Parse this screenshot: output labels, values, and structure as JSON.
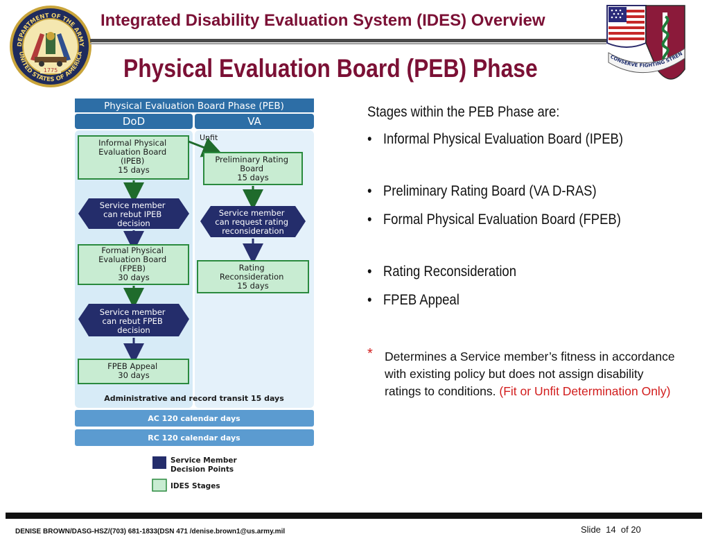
{
  "header": {
    "title": "Integrated Disability Evaluation System (IDES) Overview",
    "slide_title": "Physical Evaluation Board (PEB) Phase"
  },
  "logos": {
    "left": {
      "name": "department-of-the-army-seal",
      "text_top": "DEPARTMENT OF THE ARMY",
      "text_bottom": "UNITED STATES OF AMERICA",
      "year": "1775"
    },
    "right": {
      "name": "army-medical-crest",
      "motto": "TO CONSERVE FIGHTING STRENGTH"
    }
  },
  "diagram": {
    "title": "Physical Evaluation Board Phase (PEB)",
    "columns": [
      "DoD",
      "VA"
    ],
    "unfit_label": "Unfit",
    "dod_stages": [
      {
        "lines": [
          "Informal Physical",
          "Evaluation Board",
          "(IPEB)",
          "15 days"
        ],
        "kind": "stage"
      },
      {
        "lines": [
          "Service member",
          "can rebut IPEB",
          "decision"
        ],
        "kind": "decision"
      },
      {
        "lines": [
          "Formal Physical",
          "Evaluation Board",
          "(FPEB)",
          "30 days"
        ],
        "kind": "stage"
      },
      {
        "lines": [
          "Service member",
          "can rebut FPEB",
          "decision"
        ],
        "kind": "decision"
      },
      {
        "lines": [
          "FPEB Appeal",
          "30 days"
        ],
        "kind": "stage"
      }
    ],
    "va_stages": [
      {
        "lines": [
          "Preliminary Rating",
          "Board",
          "15 days"
        ],
        "kind": "stage"
      },
      {
        "lines": [
          "Service member",
          "can request rating",
          "reconsideration"
        ],
        "kind": "decision"
      },
      {
        "lines": [
          "Rating",
          "Reconsideration",
          "15 days"
        ],
        "kind": "stage"
      }
    ],
    "transit_label": "Administrative and record transit 15 days",
    "bars": [
      "AC 120 calendar days",
      "RC 120 calendar days"
    ],
    "legend": [
      {
        "label_lines": [
          "Service Member",
          "Decision Points"
        ],
        "color": "#242d6b"
      },
      {
        "label_lines": [
          "IDES Stages"
        ],
        "color": "#c8ecd2"
      }
    ],
    "colors": {
      "header_blue": "#2d6ea6",
      "bar_blue": "#5b9bd0",
      "panel_bg": "#d7ebf7",
      "stage_fill": "#c8ecd2",
      "stage_border": "#2a8a3e",
      "decision_fill": "#242d6b",
      "arrow_green": "#1f6b2c",
      "arrow_navy": "#28306e"
    }
  },
  "stages": {
    "intro": "Stages within the PEB Phase are:",
    "bullets": [
      "Informal Physical Evaluation Board (IPEB)",
      "Preliminary Rating Board (VA D-RAS)",
      "Formal Physical Evaluation Board (FPEB)",
      "Rating Reconsideration",
      "FPEB Appeal"
    ]
  },
  "note": {
    "star": "*",
    "text": "Determines a Service member’s fitness in accordance with existing policy but does not assign disability ratings to conditions.",
    "highlight": "(Fit or Unfit Determination Only)"
  },
  "footer": {
    "contact": "DENISE BROWN/DASG-HSZ/(703) 681-1833(DSN 471 /denise.brown1@us.army.mil",
    "slide_label": "Slide",
    "slide_number": "14",
    "of_label": "of 20"
  },
  "bullet_symbol": "•",
  "accent_color": "#7b1035"
}
